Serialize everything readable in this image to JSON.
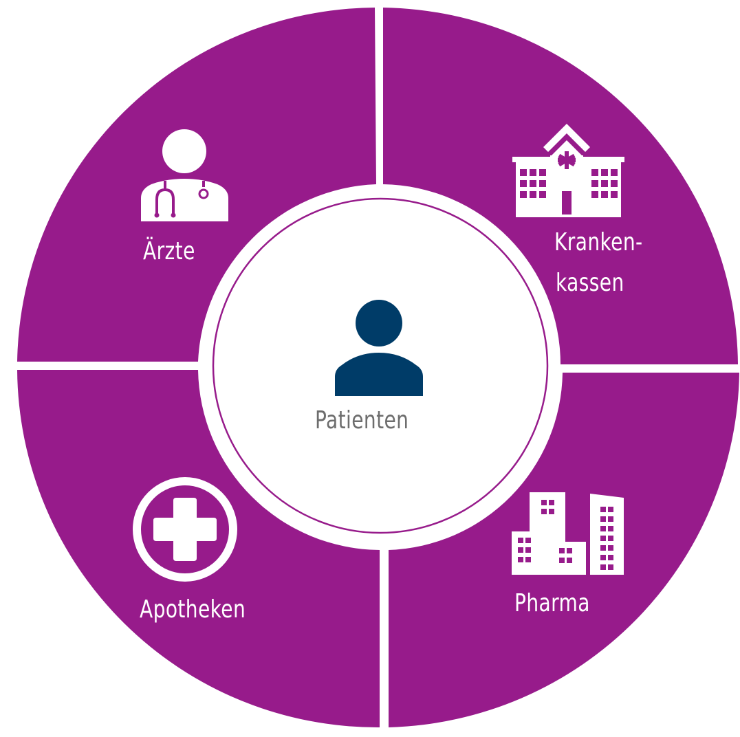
{
  "colors": {
    "segment": "#971b8b",
    "center_fill": "#ffffff",
    "center_ring": "#971b8b",
    "patient_icon": "#003c68",
    "center_text": "#6d6d6d",
    "segment_text": "#ffffff"
  },
  "center": {
    "label": "Patienten",
    "icon": "person-icon"
  },
  "segments": [
    {
      "label": "Ärzte",
      "icon": "doctor-icon"
    },
    {
      "label_line1": "Kranken-",
      "label_line2": "kassen",
      "icon": "hospital-icon"
    },
    {
      "label": "Apotheken",
      "icon": "pharmacy-cross-icon"
    },
    {
      "label": "Pharma",
      "icon": "city-buildings-icon"
    }
  ]
}
